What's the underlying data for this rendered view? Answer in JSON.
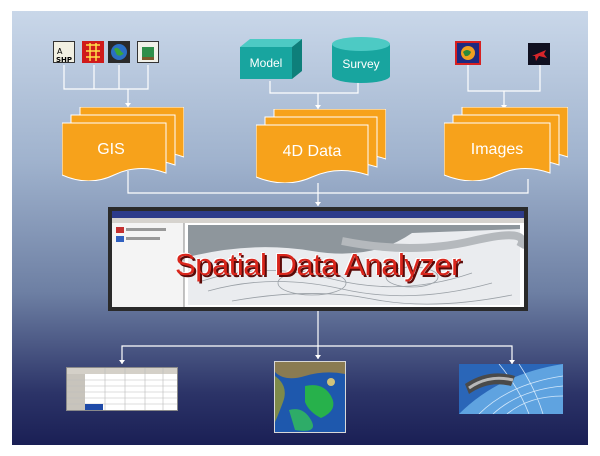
{
  "sources": {
    "model": "Model",
    "survey": "Survey"
  },
  "docs": {
    "gis": "GIS",
    "data4d": "4D Data",
    "images": "Images"
  },
  "analyzer": {
    "title": "Spatial Data Analyzer"
  },
  "colors": {
    "doc_orange": "#f7a21b",
    "cylinder_teal": "#1aa6a0",
    "title_red": "#d9261c"
  }
}
